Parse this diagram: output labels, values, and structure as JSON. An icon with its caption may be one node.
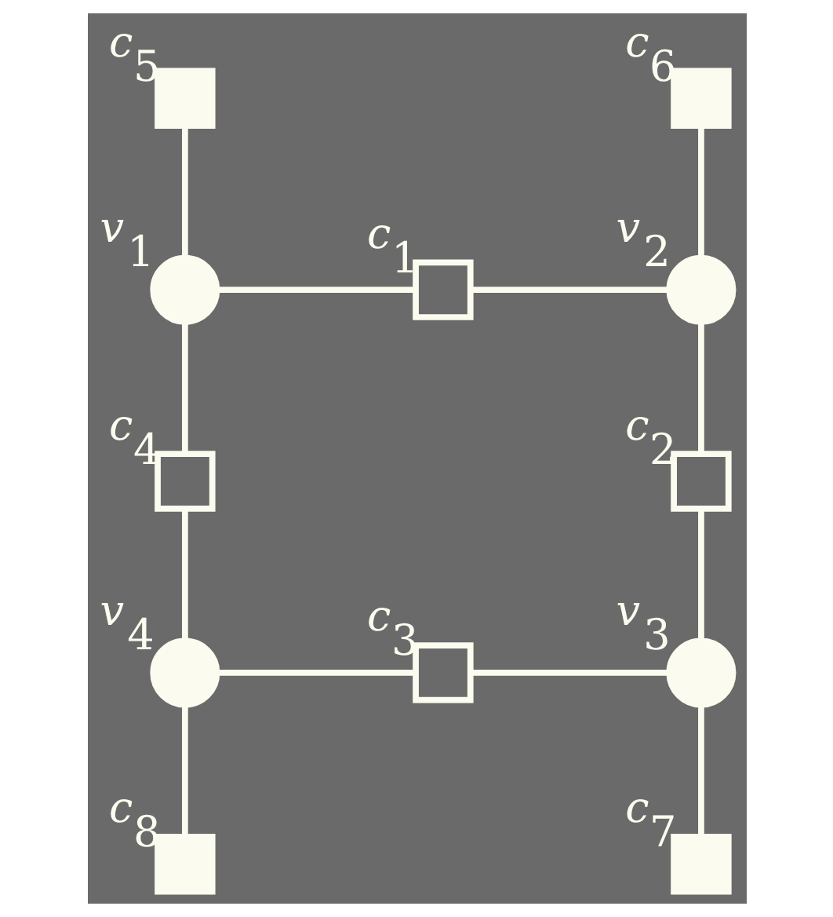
{
  "diagram": {
    "nodes": [
      {
        "text": [],
        "shape": "box",
        "beside": [
          "c$_{5}$"
        ]
      },
      {
        "text": [],
        "shape": "box",
        "beside": [
          "c$_{6}$"
        ]
      },
      {
        "text": [],
        "shape": "circle",
        "beside": [
          "v$_{1}$"
        ]
      },
      {
        "text": [],
        "shape": "box",
        "beside": [
          "c$_{1}$"
        ]
      },
      {
        "text": [],
        "shape": "circle",
        "beside": [
          "v$_{2}$"
        ]
      },
      {
        "text": [],
        "shape": "box",
        "beside": [
          "c$_{4}$"
        ]
      },
      {
        "text": [],
        "shape": "box",
        "beside": [
          "c$_{2}$"
        ]
      },
      {
        "text": [],
        "shape": "circle",
        "beside": [
          "v$_{4}$"
        ]
      },
      {
        "text": [],
        "shape": "box",
        "beside": [
          "c$_{3}$"
        ]
      },
      {
        "text": [],
        "shape": "circle",
        "beside": [
          "v$_{3}$"
        ]
      },
      {
        "text": [],
        "shape": "box",
        "beside": [
          "c$_{8}$"
        ]
      },
      {
        "text": [],
        "shape": "box",
        "beside": [
          "c$_{7}$"
        ]
      }
    ],
    "edges": [
      {
        "from": 0,
        "to": 2,
        "arrow": "none"
      },
      {
        "from": 1,
        "to": 4,
        "arrow": "none"
      },
      {
        "from": 2,
        "to": 3,
        "arrow": "none"
      },
      {
        "from": 3,
        "to": 4,
        "arrow": "none"
      },
      {
        "from": 2,
        "to": 5,
        "arrow": "none"
      },
      {
        "from": 5,
        "to": 7,
        "arrow": "none"
      },
      {
        "from": 4,
        "to": 6,
        "arrow": "none"
      },
      {
        "from": 6,
        "to": 9,
        "arrow": "none"
      },
      {
        "from": 7,
        "to": 8,
        "arrow": "none"
      },
      {
        "from": 8,
        "to": 9,
        "arrow": "none"
      },
      {
        "from": 7,
        "to": 10,
        "arrow": "none"
      },
      {
        "from": 9,
        "to": 11,
        "arrow": "none"
      }
    ]
  }
}
